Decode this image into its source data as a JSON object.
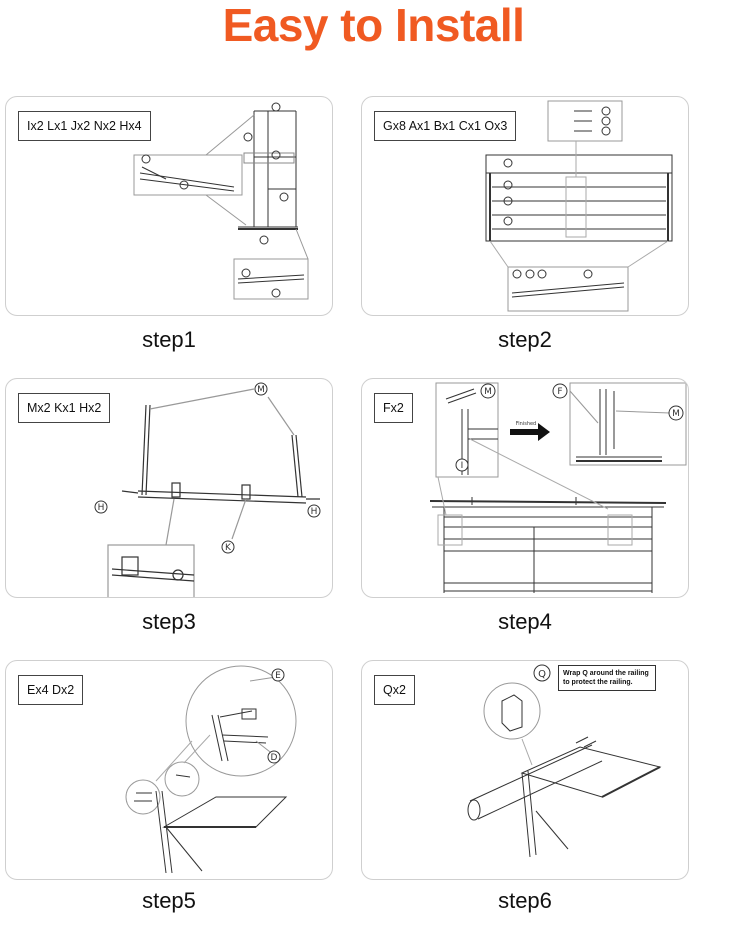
{
  "title": "Easy to Install",
  "colors": {
    "title": "#f05a22",
    "line": "#333333",
    "panel_border": "#cfcfcf"
  },
  "steps": [
    {
      "parts": "Ix2  Lx1  Jx2  Nx2  Hx4",
      "label": "step1"
    },
    {
      "parts": "Gx8  Ax1  Bx1  Cx1  Ox3",
      "label": "step2"
    },
    {
      "parts": "Mx2  Kx1  Hx2",
      "label": "step3",
      "callouts": [
        "M",
        "H",
        "H",
        "K"
      ]
    },
    {
      "parts": "Fx2",
      "label": "step4",
      "callouts": [
        "M",
        "I",
        "F",
        "M"
      ],
      "arrow_text": "Finished"
    },
    {
      "parts": "Ex4  Dx2",
      "label": "step5",
      "callouts": [
        "E",
        "D"
      ]
    },
    {
      "parts": "Qx2",
      "label": "step6",
      "callouts": [
        "Q"
      ],
      "note": "Wrap Q around the railing to protect the railing."
    }
  ]
}
